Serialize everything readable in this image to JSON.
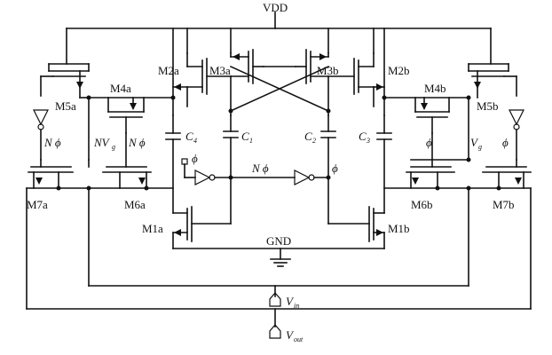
{
  "labels": {
    "vdd": "VDD",
    "gnd": "GND",
    "m1a": "M1a",
    "m1b": "M1b",
    "m2a": "M2a",
    "m2b": "M2b",
    "m3a": "M3a",
    "m3b": "M3b",
    "m4a": "M4a",
    "m4b": "M4b",
    "m5a": "M5a",
    "m5b": "M5b",
    "m6a": "M6a",
    "m6b": "M6b",
    "m7a": "M7a",
    "m7b": "M7b",
    "c4": "C",
    "c4_sub": "4",
    "c1": "C",
    "c1_sub": "1",
    "c2": "C",
    "c2_sub": "2",
    "c3": "C",
    "c3_sub": "3",
    "phi": "ϕ",
    "nphi": "N ϕ",
    "nphi_mid": "N ϕ",
    "nvg": "NV",
    "nvg_sub": "g",
    "vg": "V",
    "vg_sub": "g",
    "vin": "V",
    "vin_sub": "in",
    "vout": "V",
    "vout_sub": "out"
  }
}
